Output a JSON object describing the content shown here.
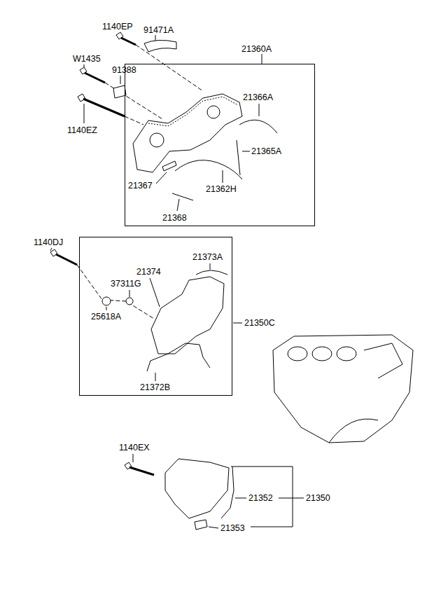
{
  "diagram": {
    "nodes": [
      {
        "text": [
          "21360A",
          "21366A",
          "21365A",
          "21362H",
          "21367",
          "21368"
        ]
      },
      {
        "text": [
          "21350C",
          "21374",
          "21373A",
          "37311G",
          "25618A",
          "21372B"
        ]
      }
    ],
    "labels": [
      "1140EP",
      "91471A",
      "W1435",
      "91388",
      "1140EZ",
      "1140DJ",
      "1140EX",
      "21352",
      "21350",
      "21353"
    ]
  }
}
